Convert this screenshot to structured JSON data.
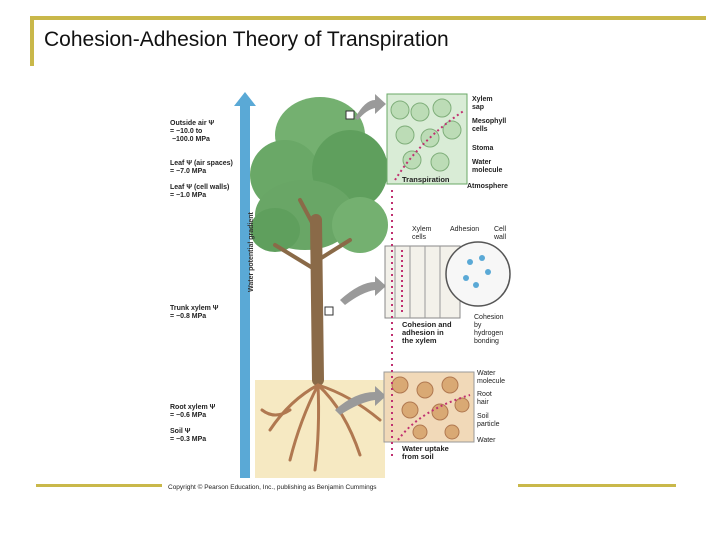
{
  "slide": {
    "title": "Cohesion-Adhesion Theory of Transpiration"
  },
  "gradient_label": "Water potential gradient",
  "left_labels": {
    "outside_air": "Outside air Ψ\n= −10.0 to\n −100.0 MPa",
    "leaf_air": "Leaf Ψ (air spaces)\n= −7.0 MPa",
    "leaf_cell": "Leaf Ψ (cell walls)\n= −1.0 MPa",
    "trunk": "Trunk xylem Ψ\n= −0.8 MPa",
    "root": "Root xylem Ψ\n= −0.6 MPa",
    "soil": "Soil Ψ\n= −0.3 MPa"
  },
  "right_labels": {
    "xylem_sap": "Xylem\nsap",
    "mesophyll": "Mesophyll\ncells",
    "stoma": "Stoma",
    "water_molecule_top": "Water\nmolecule",
    "transpiration": "Transpiration",
    "atmosphere": "Atmosphere",
    "xylem_cells": "Xylem\ncells",
    "adhesion": "Adhesion",
    "cell_wall": "Cell\nwall",
    "cohesion_adhesion": "Cohesion and\nadhesion in\nthe xylem",
    "cohesion_bonding": "Cohesion\nby\nhydrogen\nbonding",
    "water_molecule_bottom": "Water\nmolecule",
    "root_hair": "Root\nhair",
    "soil_particle": "Soil\nparticle",
    "water": "Water",
    "water_uptake": "Water uptake\nfrom soil"
  },
  "copyright": "Copyright © Pearson Education, Inc., publishing as Benjamin Cummings",
  "colors": {
    "frame": "#c9b84a",
    "gradient_arrow": "#5aa9d6",
    "foliage": "#6aa867",
    "trunk": "#8a6a48",
    "panel_arrow": "#9a9a9a",
    "water_path": "#c03070"
  }
}
